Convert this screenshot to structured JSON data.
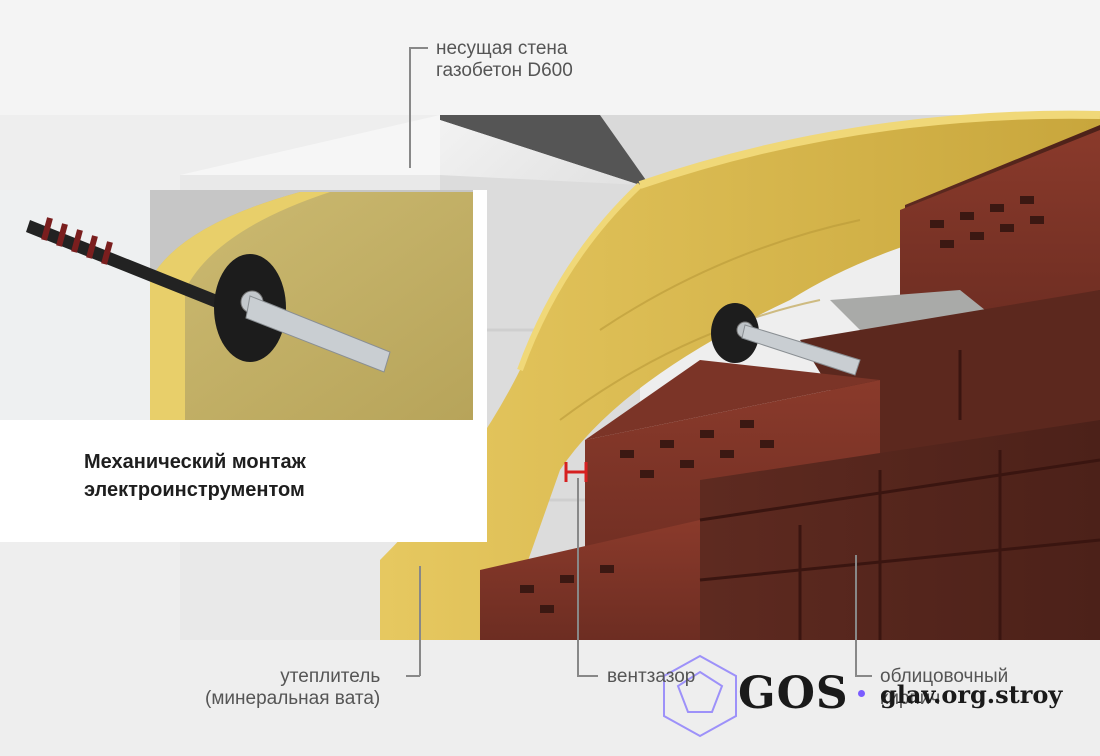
{
  "labels": {
    "wall": [
      "несущая стена",
      "газобетон D600"
    ],
    "insulation": [
      "утеплитель",
      "(минеральная вата)"
    ],
    "vent_gap": [
      "вентзазор"
    ],
    "facing_brick": [
      "облицовочный",
      "кирпич"
    ]
  },
  "inset": {
    "caption": [
      "Механический монтаж",
      "электроинструментом"
    ]
  },
  "watermark": {
    "logo": "GOS",
    "site": "glav.org.stroy"
  },
  "colors": {
    "aerated_concrete": "#e6e6e6",
    "mineral_wool": "#d6b64a",
    "brick": "#6e2e22",
    "leader_line": "#888888",
    "accent_gap": "#d62020"
  }
}
